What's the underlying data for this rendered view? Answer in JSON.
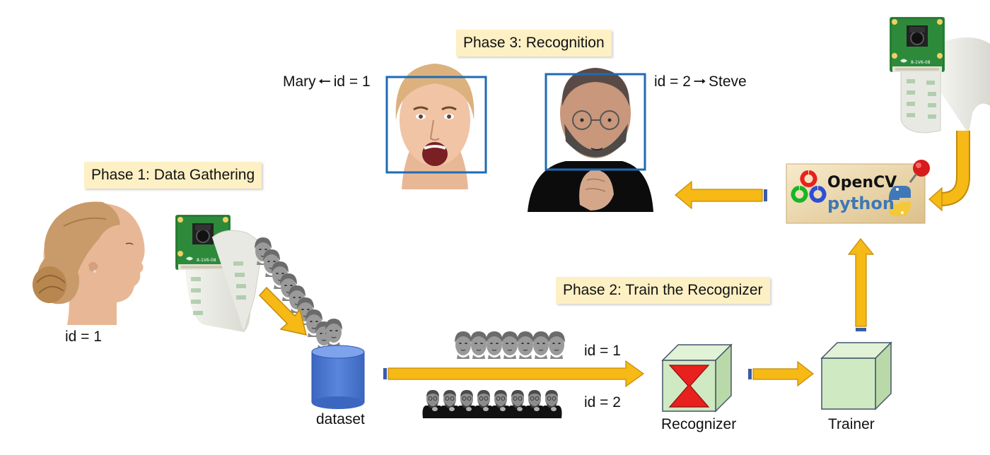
{
  "phases": {
    "phase1": "Phase 1: Data Gathering",
    "phase2": "Phase 2: Train the Recognizer",
    "phase3": "Phase 3: Recognition"
  },
  "labels": {
    "person_id": "id = 1",
    "dataset": "dataset",
    "id1": "id = 1",
    "id2": "id = 2",
    "recognizer": "Recognizer",
    "trainer": "Trainer"
  },
  "recognition": {
    "mary_name": "Mary",
    "mary_id": "id = 1",
    "steve_name": "Steve",
    "steve_id": "id = 2"
  },
  "opencv": {
    "title": "OpenCV",
    "subtitle": "python"
  },
  "colors": {
    "arrow_fill": "#f6b915",
    "arrow_edge": "#3b5ba8",
    "phase_bg": "#fdf0c4",
    "box_blue": "#1f6ab5",
    "cube": "#cfe9c2",
    "hourglass": "#e8201e"
  }
}
